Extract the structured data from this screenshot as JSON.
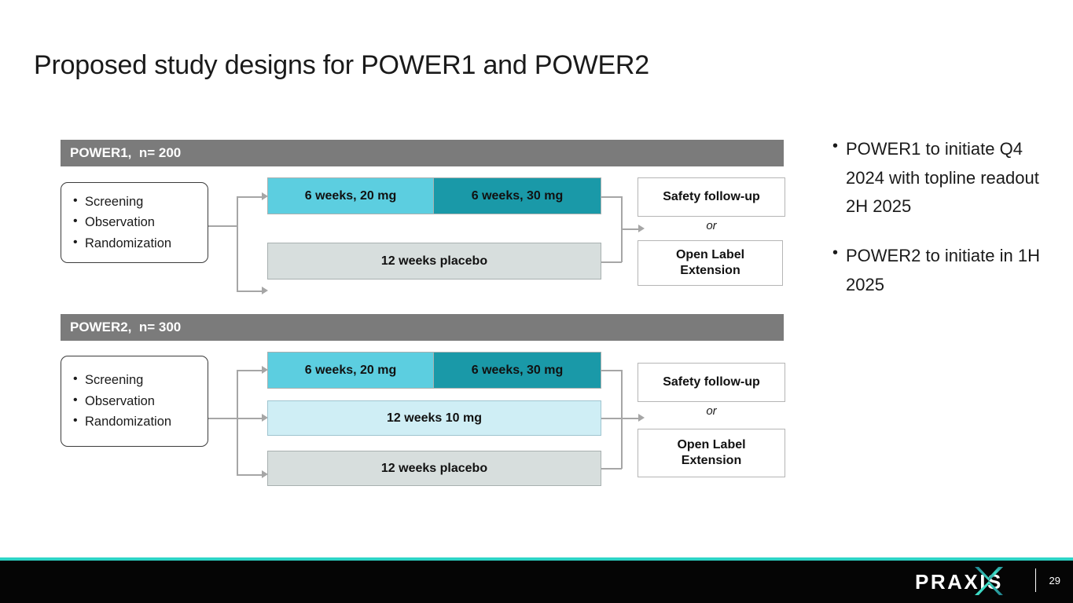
{
  "slide": {
    "title": "Proposed study designs for POWER1 and POWER2"
  },
  "studies": [
    {
      "banner_label": "POWER1,  n= 200",
      "screening": [
        "Screening",
        "Observation",
        "Randomization"
      ],
      "arms": [
        {
          "type": "split",
          "segments": [
            "6 weeks, 20 mg",
            "6 weeks, 30 mg"
          ],
          "colors": [
            "#5ccee0",
            "#1a99a8"
          ]
        },
        {
          "type": "single",
          "label": "12 weeks placebo",
          "color": "#d7dedd"
        }
      ],
      "outcomes": {
        "top": "Safety follow-up",
        "connector": "or",
        "bottom_line1": "Open Label",
        "bottom_line2": "Extension"
      }
    },
    {
      "banner_label": "POWER2,  n= 300",
      "screening": [
        "Screening",
        "Observation",
        "Randomization"
      ],
      "arms": [
        {
          "type": "split",
          "segments": [
            "6 weeks, 20 mg",
            "6 weeks, 30 mg"
          ],
          "colors": [
            "#5ccee0",
            "#1a99a8"
          ]
        },
        {
          "type": "single",
          "label": "12 weeks 10 mg",
          "color": "#cfeef5"
        },
        {
          "type": "single",
          "label": "12 weeks placebo",
          "color": "#d7dedd"
        }
      ],
      "outcomes": {
        "top": "Safety follow-up",
        "connector": "or",
        "bottom_line1": "Open Label",
        "bottom_line2": "Extension"
      }
    }
  ],
  "notes": [
    "POWER1 to initiate Q4 2024 with topline readout 2H 2025",
    "POWER2 to initiate in 1H 2025"
  ],
  "footer": {
    "brand": "PRAXIS",
    "page_number": "29",
    "accent_color": "#2ed4c6"
  }
}
